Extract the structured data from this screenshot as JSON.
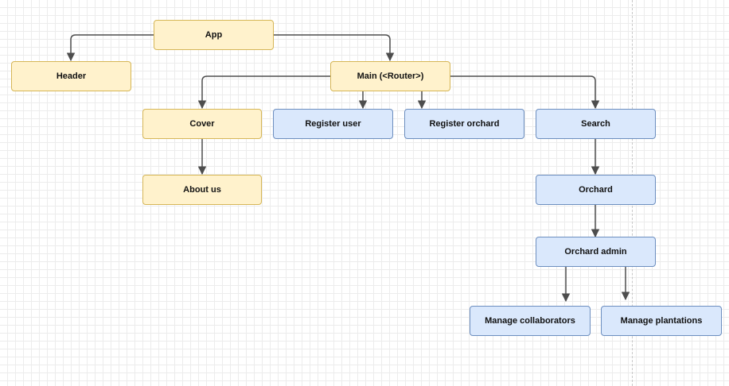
{
  "colors": {
    "yellow_fill": "#fff2cc",
    "yellow_stroke": "#d6b656",
    "blue_fill": "#dae8fc",
    "blue_stroke": "#6c8ebf",
    "edge": "#4d4d4d"
  },
  "nodes": {
    "app": "App",
    "header": "Header",
    "main": "Main (<Router>)",
    "cover": "Cover",
    "about": "About us",
    "register_user": "Register user",
    "register_orchard": "Register orchard",
    "search": "Search",
    "orchard": "Orchard",
    "orchard_admin": "Orchard admin",
    "manage_collaborators": "Manage collaborators",
    "manage_plantations": "Manage plantations"
  }
}
